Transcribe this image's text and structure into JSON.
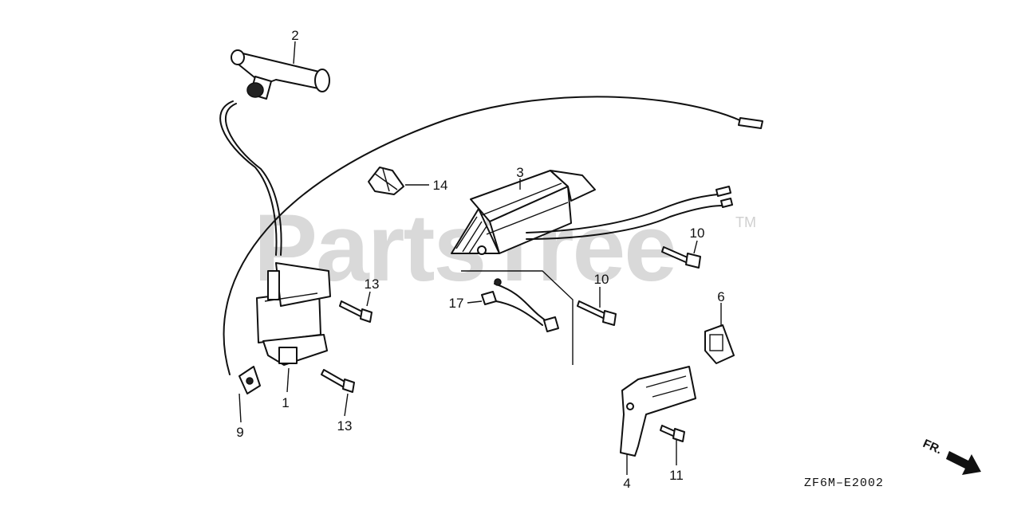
{
  "watermark": {
    "text": "PartsTree",
    "trademark": "TM"
  },
  "diagram_code": "ZF6M–E2002",
  "direction": {
    "label": "FR."
  },
  "callouts": [
    {
      "id": "c1",
      "label": "1"
    },
    {
      "id": "c2",
      "label": "2"
    },
    {
      "id": "c3",
      "label": "3"
    },
    {
      "id": "c4",
      "label": "4"
    },
    {
      "id": "c6",
      "label": "6"
    },
    {
      "id": "c9",
      "label": "9"
    },
    {
      "id": "c10a",
      "label": "10"
    },
    {
      "id": "c10b",
      "label": "10"
    },
    {
      "id": "c11",
      "label": "11"
    },
    {
      "id": "c13a",
      "label": "13"
    },
    {
      "id": "c13b",
      "label": "13"
    },
    {
      "id": "c14",
      "label": "14"
    },
    {
      "id": "c17",
      "label": "17"
    }
  ]
}
